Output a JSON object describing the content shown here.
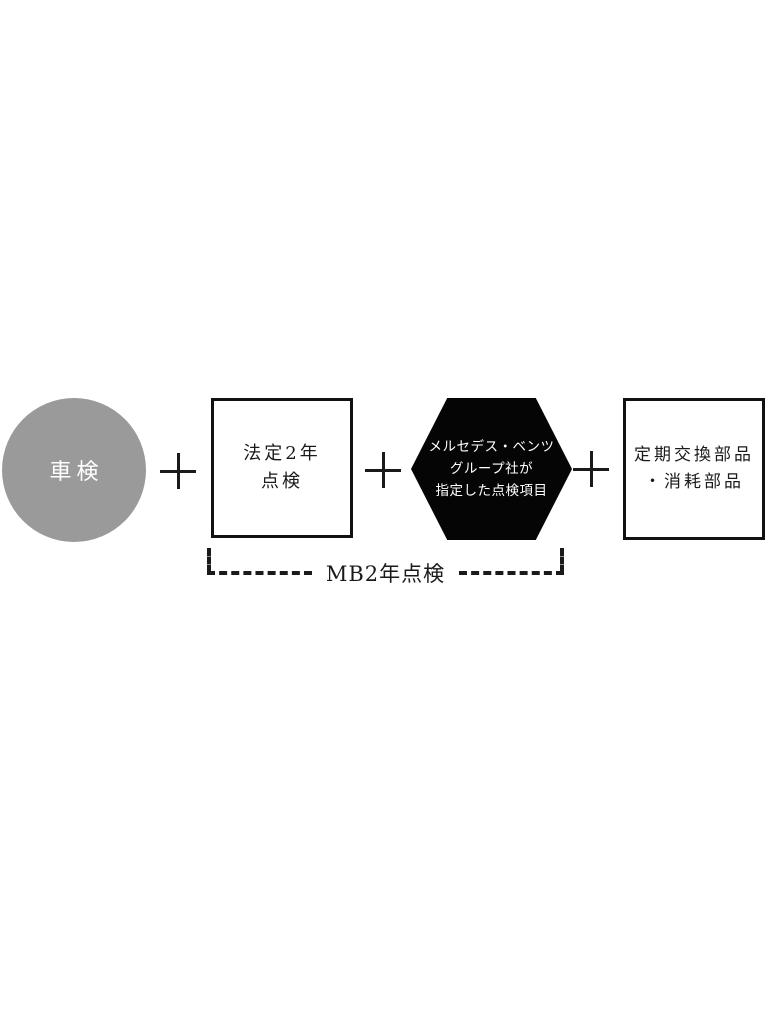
{
  "background_color": "#ffffff",
  "colors": {
    "circle_fill": "#9a9a9a",
    "circle_text": "#ffffff",
    "hexagon_fill": "#050505",
    "hexagon_text": "#ffffff",
    "box_border": "#111111",
    "box_text": "#1a1a1a",
    "dash_line": "#1a1a1a"
  },
  "icons": {
    "plus_operator": "+"
  },
  "diagram": {
    "circle": {
      "label": "車検"
    },
    "box1": {
      "line1": "法定2年",
      "line2": "点検"
    },
    "hexagon": {
      "line1": "メルセデス・ベンツ",
      "line2": "グループ社が",
      "line3": "指定した点検項目"
    },
    "box2": {
      "line1": "定期交換部品",
      "line2": "・消耗部品"
    },
    "bracket": {
      "label": "MB2年点検"
    }
  }
}
